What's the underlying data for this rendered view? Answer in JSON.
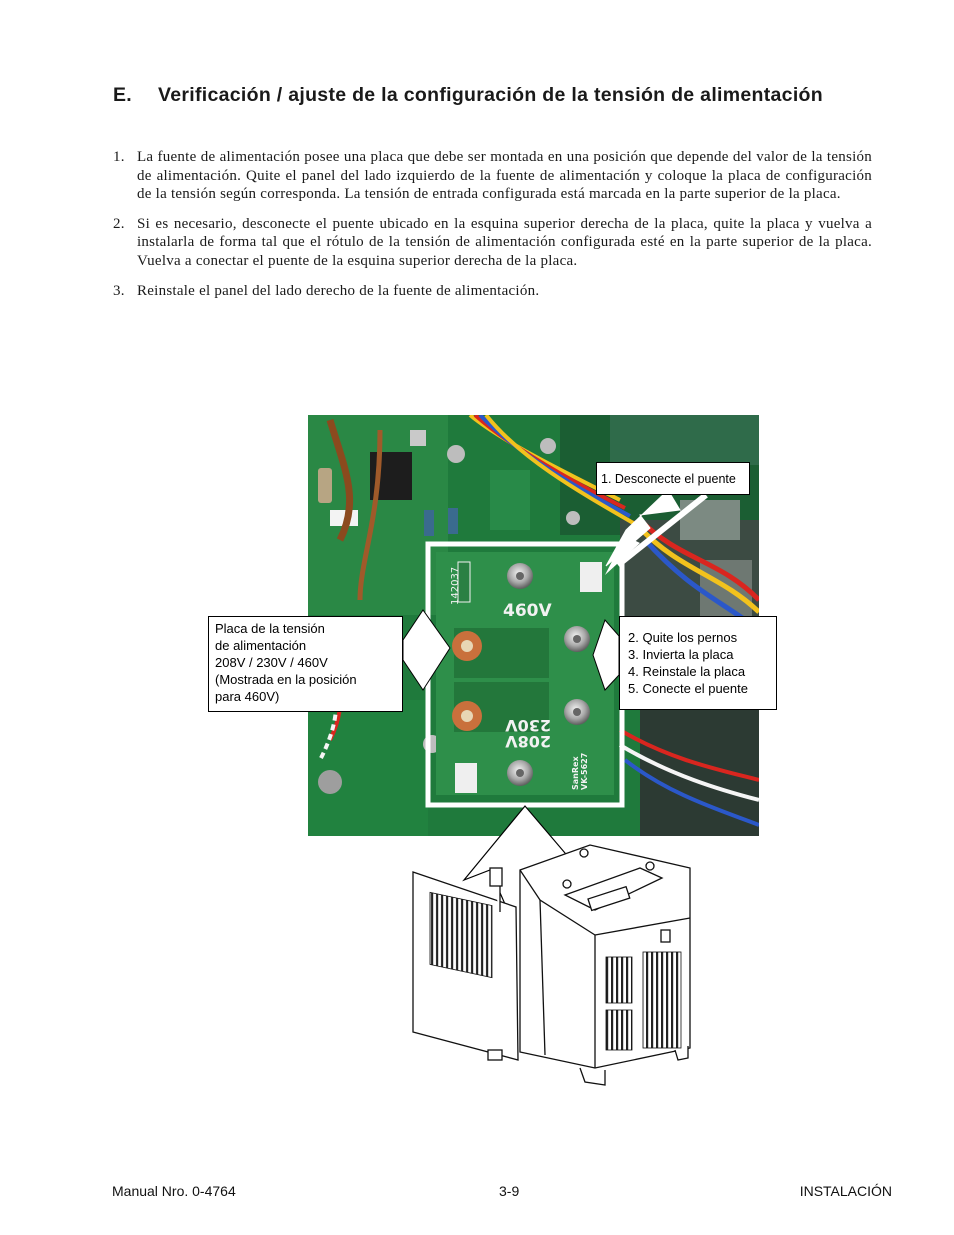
{
  "section": {
    "letter": "E.",
    "title": "Verificación / ajuste de la configuración de la tensión de alimentación"
  },
  "steps": [
    {
      "num": "1.",
      "text": "La fuente de alimentación posee una placa que debe ser montada en una posición que depende del valor de la tensión de alimentación.  Quite el panel del lado izquierdo de la fuente de alimentación y coloque la placa de configuración de la tensión según corresponda. La tensión de entrada configurada está marcada en la parte superior de la placa."
    },
    {
      "num": "2.",
      "text": "Si es necesario, desconecte el puente ubicado en la esquina superior derecha de la placa, quite la placa y vuelva a instalarla de forma tal que el rótulo de la tensión de alimentación configurada esté en la parte superior de la placa. Vuelva a conectar el puente de la esquina superior derecha de la placa."
    },
    {
      "num": "3.",
      "text": "Reinstale el panel del lado derecho de la fuente de alimentación."
    }
  ],
  "figure": {
    "board_labels": {
      "top": "460V",
      "bottom_1": "230V",
      "bottom_2": "208V",
      "brand": "SanRex",
      "model": "VK-5627",
      "part": "142037"
    },
    "callout_jumper": "1. Desconecte el puente",
    "callout_plate": [
      "Placa de la tensión",
      "de alimentación",
      "208V / 230V / 460V",
      "(Mostrada en la posición",
      "para 460V)"
    ],
    "callout_steps": [
      "2. Quite los pernos",
      "3. Invierta la placa",
      "4. Reinstale la placa",
      "5. Conecte el puente"
    ]
  },
  "footer": {
    "manual": "Manual Nro. 0-4764",
    "page": "3-9",
    "chapter": "INSTALACIÓN"
  }
}
